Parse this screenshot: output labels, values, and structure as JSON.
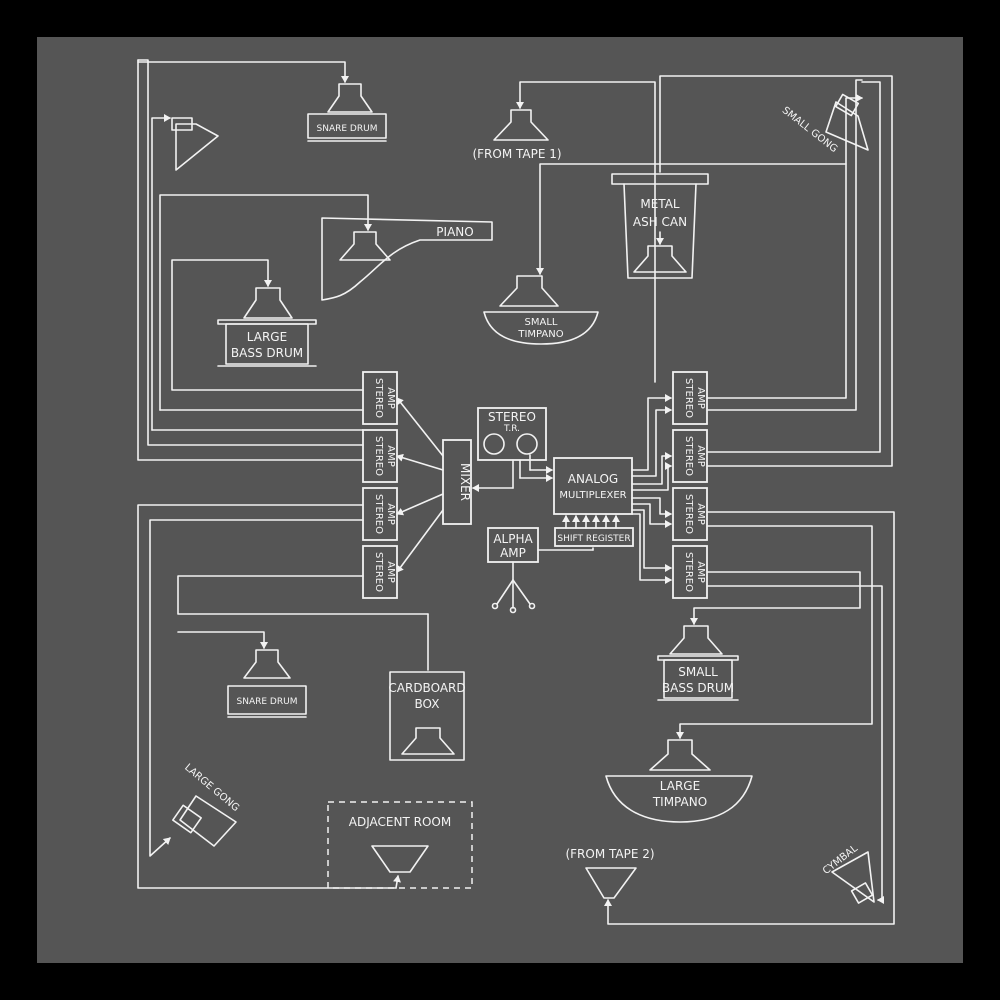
{
  "colors": {
    "frame": "#000000",
    "board": "#555555",
    "chalk": "#f2f2f2"
  },
  "labels": {
    "snare_drum_top": "SNARE DRUM",
    "from_tape_1": "(FROM TAPE 1)",
    "small_gong": "SMALL GONG",
    "metal_ash_can_1": "METAL",
    "metal_ash_can_2": "ASH CAN",
    "piano": "PIANO",
    "large_bass_drum_1": "LARGE",
    "large_bass_drum_2": "BASS DRUM",
    "small_timpano_1": "SMALL",
    "small_timpano_2": "TIMPANO",
    "stereo_amp": "STEREO",
    "amp": "AMP",
    "stereo_tr_1": "STEREO",
    "stereo_tr_2": "T.R.",
    "mixer": "MIXER",
    "analog_1": "ANALOG",
    "analog_2": "MULTIPLEXER",
    "shift_register": "SHIFT REGISTER",
    "alpha_1": "ALPHA",
    "alpha_2": "AMP",
    "small_bass_drum_1": "SMALL",
    "small_bass_drum_2": "BASS DRUM",
    "snare_drum_bottom": "SNARE DRUM",
    "cardboard_1": "CARDBOARD",
    "cardboard_2": "BOX",
    "large_timpano_1": "LARGE",
    "large_timpano_2": "TIMPANO",
    "large_gong": "LARGE GONG",
    "adjacent_room": "ADJACENT ROOM",
    "from_tape_2": "(FROM TAPE 2)",
    "cymbal": "CYMBAL"
  }
}
